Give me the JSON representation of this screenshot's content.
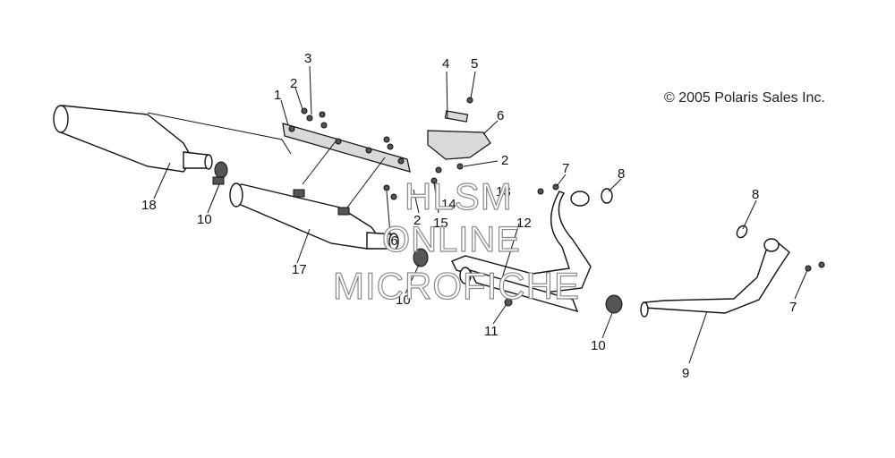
{
  "copyright": "© 2005 Polaris Sales Inc.",
  "watermark": {
    "line1": "HLSM",
    "line2": "ONLINE",
    "line3": "MICROFICHE"
  },
  "callouts": {
    "c1": "1",
    "c2a": "2",
    "c2b": "2",
    "c2c": "2",
    "c3": "3",
    "c4": "4",
    "c5": "5",
    "c6": "6",
    "c7a": "7",
    "c7b": "7",
    "c8a": "8",
    "c8b": "8",
    "c9": "9",
    "c10a": "10",
    "c10b": "10",
    "c10c": "10",
    "c11": "11",
    "c12": "12",
    "c13": "13",
    "c14": "14",
    "c15": "15",
    "c16": "16",
    "c17": "17",
    "c18": "18"
  }
}
